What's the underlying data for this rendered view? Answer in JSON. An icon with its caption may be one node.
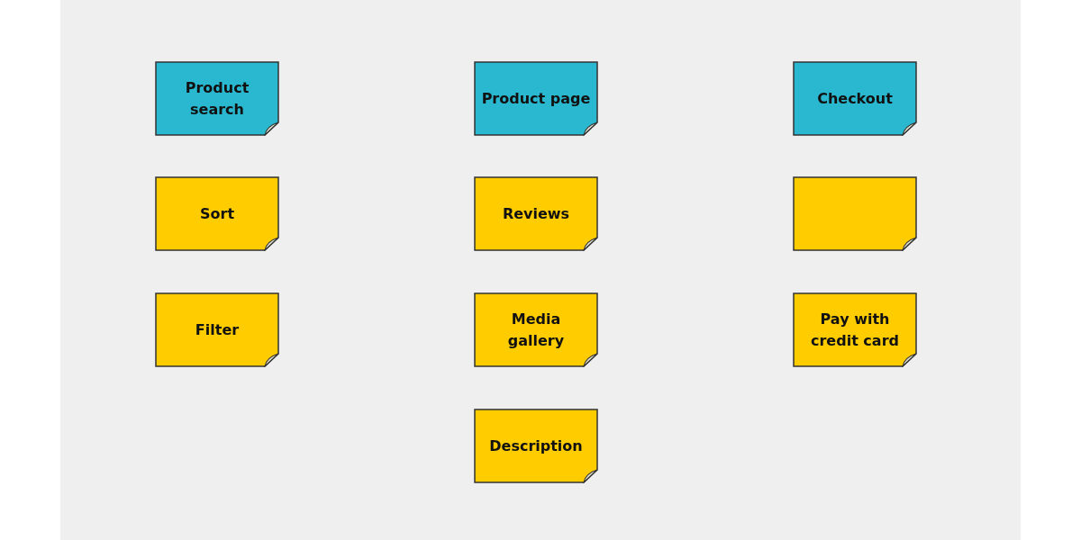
{
  "diagram": {
    "nodes": [
      {
        "text": [
          "Product search"
        ]
      },
      {
        "text": [
          "Product page"
        ]
      },
      {
        "text": [
          "Checkout"
        ]
      },
      {
        "text": [
          "Sort"
        ]
      },
      {
        "text": [
          "Reviews"
        ]
      },
      {
        "text": [],
        "shape": "box"
      },
      {
        "text": [
          "Filter"
        ]
      },
      {
        "text": [
          "Media gallery"
        ]
      },
      {
        "text": [
          "Pay with credit card"
        ]
      },
      {
        "text": [
          "Description"
        ]
      }
    ]
  }
}
